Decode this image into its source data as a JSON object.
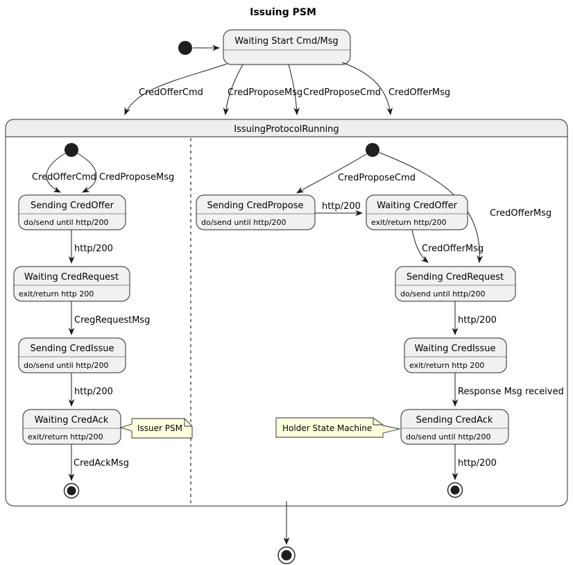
{
  "diagram_title": "Issuing PSM",
  "states": {
    "waiting_start": {
      "title": "Waiting Start Cmd/Msg"
    },
    "container": {
      "title": "IssuingProtocolRunning"
    },
    "sending_credoffer": {
      "title": "Sending CredOffer",
      "body": "do/send until http/200"
    },
    "waiting_credrequest": {
      "title": "Waiting CredRequest",
      "body": "exit/return http 200"
    },
    "sending_credissue": {
      "title": "Sending CredIssue",
      "body": "do/send until http/200"
    },
    "waiting_credack": {
      "title": "Waiting CredAck",
      "body": "exit/return http/200"
    },
    "sending_credpropose": {
      "title": "Sending CredPropose",
      "body": "do/send until http/200"
    },
    "waiting_credoffer": {
      "title": "Waiting CredOffer",
      "body": "exit/return http/200"
    },
    "sending_credrequest": {
      "title": "Sending CredRequest",
      "body": "do/send until http/200"
    },
    "waiting_credissue": {
      "title": "Waiting CredIssue",
      "body": "exit/return http 200"
    },
    "sending_credack": {
      "title": "Sending CredAck",
      "body": "do/send until http/200"
    }
  },
  "transitions": {
    "top_credoffercmd": "CredOfferCmd",
    "top_credproposemsg": "CredProposeMsg",
    "top_credproposecmd": "CredProposeCmd",
    "top_credoffermsg": "CredOfferMsg",
    "left_credoffercmd": "CredOfferCmd",
    "left_credproposemsg": "CredProposeMsg",
    "left_http200_a": "http/200",
    "left_cregrequestmsg": "CregRequestMsg",
    "left_http200_b": "http/200",
    "left_credackmsg": "CredAckMsg",
    "right_credproposecmd": "CredProposeCmd",
    "right_http200_a": "http/200",
    "right_credoffermsg_outer": "CredOfferMsg",
    "right_credoffermsg_inner": "CredOfferMsg",
    "right_http200_b": "http/200",
    "right_response_received": "Response Msg received",
    "right_http200_c": "http/200"
  },
  "notes": {
    "issuer": "Issuer PSM",
    "holder": "Holder State Machine"
  },
  "colors": {
    "state_fill": "#F1F1F1",
    "state_border": "#24292E",
    "header_fill": "#EEEEEE",
    "note_fill": "#FEFFDD",
    "line": "#1B1B1B"
  }
}
